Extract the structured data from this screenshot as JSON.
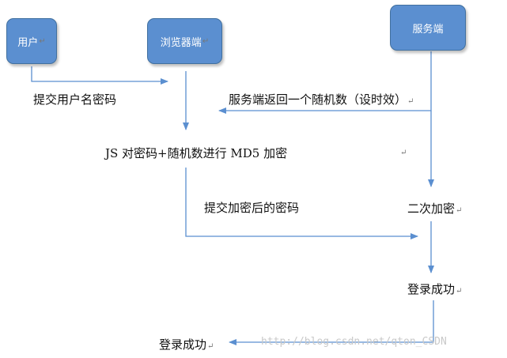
{
  "nodes": {
    "user": "用户",
    "browser": "浏览器端",
    "server": "服务端"
  },
  "labels": {
    "submit_credentials": "提交用户名密码",
    "server_returns_random": "服务端返回一个随机数（设时效）",
    "js_md5": "JS 对密码+随机数进行 MD5 加密",
    "submit_encrypted": "提交加密后的密码",
    "second_encrypt": "二次加密",
    "login_success_server": "登录成功",
    "login_success_client": "登录成功"
  },
  "paragraph_mark": "↵",
  "watermark": "http://blog.csdn.net/qton_CSDN",
  "colors": {
    "node_fill": "#5b8fd0",
    "node_border": "#41709f",
    "arrow": "#5b8fd0"
  }
}
